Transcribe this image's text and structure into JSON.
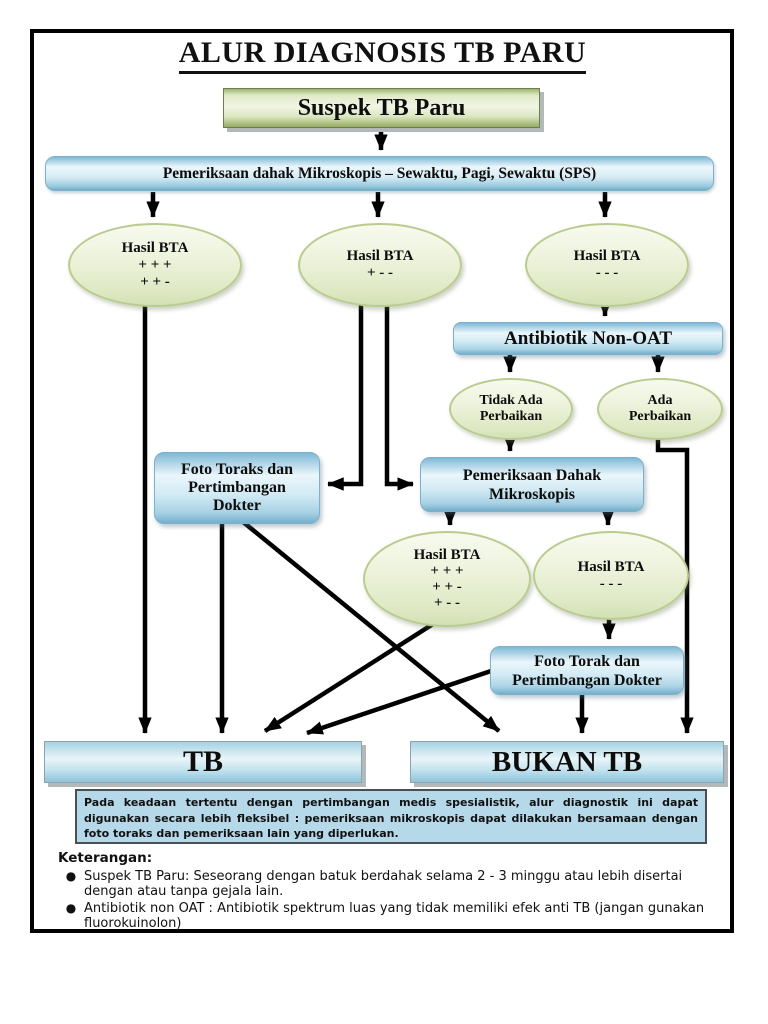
{
  "title": "ALUR DIAGNOSIS TB PARU",
  "flow": {
    "suspek": "Suspek TB Paru",
    "sps": "Pemeriksaan dahak Mikroskopis – Sewaktu, Pagi, Sewaktu (SPS)",
    "bta1": [
      "Hasil BTA",
      "+ + +",
      "+ + -"
    ],
    "bta2": [
      "Hasil BTA",
      "+ - -"
    ],
    "bta3": [
      "Hasil BTA",
      "- - -"
    ],
    "antibiotik": "Antibiotik Non-OAT",
    "tidak_ada_perbaikan": [
      "Tidak Ada",
      "Perbaikan"
    ],
    "ada_perbaikan": [
      "Ada",
      "Perbaikan"
    ],
    "foto_toraks_1": [
      "Foto Toraks dan",
      "Pertimbangan",
      "Dokter"
    ],
    "pemeriksaan_dahak_2": [
      "Pemeriksaan Dahak",
      "Mikroskopis"
    ],
    "bta4": [
      "Hasil BTA",
      "+ + +",
      "+ + -",
      "+ - -"
    ],
    "bta5": [
      "Hasil BTA",
      "- - -"
    ],
    "foto_torak_2": [
      "Foto Torak dan",
      "Pertimbangan Dokter"
    ],
    "tb": "TB",
    "bukan_tb": "BUKAN TB"
  },
  "note": "Pada keadaan tertentu dengan pertimbangan medis spesialistik, alur diagnostik ini dapat digunakan secara lebih fleksibel : pemeriksaan mikroskopis dapat dilakukan bersamaan dengan foto toraks  dan pemeriksaan lain yang diperlukan.",
  "keterangan": {
    "heading": "Keterangan:",
    "items": [
      "Suspek TB Paru: Seseorang dengan batuk berdahak selama 2 - 3 minggu atau lebih disertai dengan atau tanpa gejala lain.",
      "Antibiotik non OAT : Antibiotik spektrum luas yang tidak memiliki efek anti TB (jangan gunakan fluorokuinolon)"
    ]
  },
  "colors": {
    "line": "#000000",
    "green_box_mid": "#f1f5e4",
    "green_box_edge": "#9eb46f",
    "ellipse_fill": "#eef3dd",
    "ellipse_border": "#b9cc90",
    "blue_box_light": "#eaf6fb",
    "blue_box_dark": "#7fb9d6",
    "result_box_fill": "#c2e2ee",
    "note_bg": "#b5d9e9",
    "frame_border": "#000000"
  }
}
